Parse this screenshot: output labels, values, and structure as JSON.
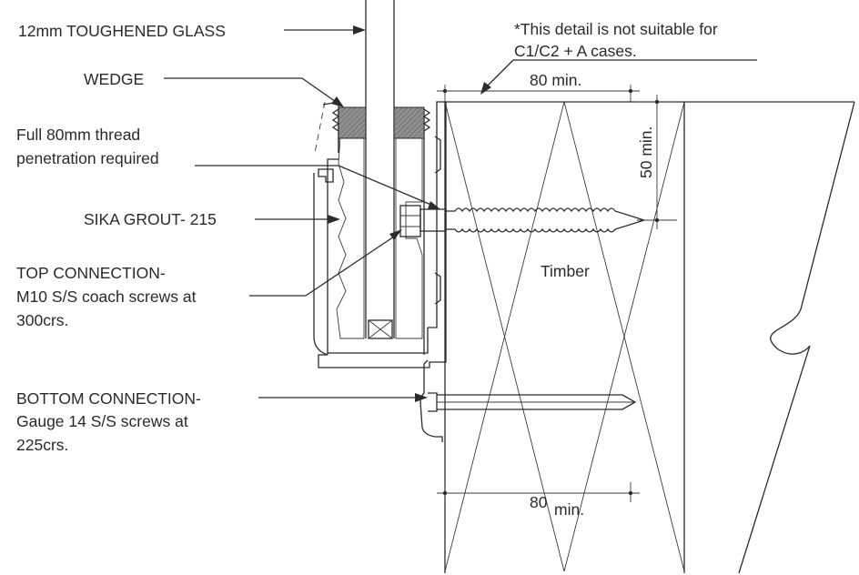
{
  "labels": {
    "glass": "12mm TOUGHENED GLASS",
    "wedge": "WEDGE",
    "thread_line1": "Full 80mm thread",
    "thread_line2": "penetration required",
    "grout": "SIKA GROUT- 215",
    "top_line1": "TOP CONNECTION-",
    "top_line2": "M10 S/S coach screws at",
    "top_line3": "300crs.",
    "bottom_line1": "BOTTOM CONNECTION-",
    "bottom_line2": "Gauge 14 S/S screws at",
    "bottom_line3": "225crs.",
    "note_line1": "*This detail is not suitable for",
    "note_line2": "C1/C2 + A cases.",
    "timber": "Timber",
    "dim_top": "80 min.",
    "dim_side": "50 min.",
    "dim_bottom_num": "80",
    "dim_bottom_unit": "min."
  },
  "colors": {
    "line": "#2b2b2b",
    "wedge_fill": "#8f8f8f",
    "grout_fill": "#e9e9e9"
  }
}
